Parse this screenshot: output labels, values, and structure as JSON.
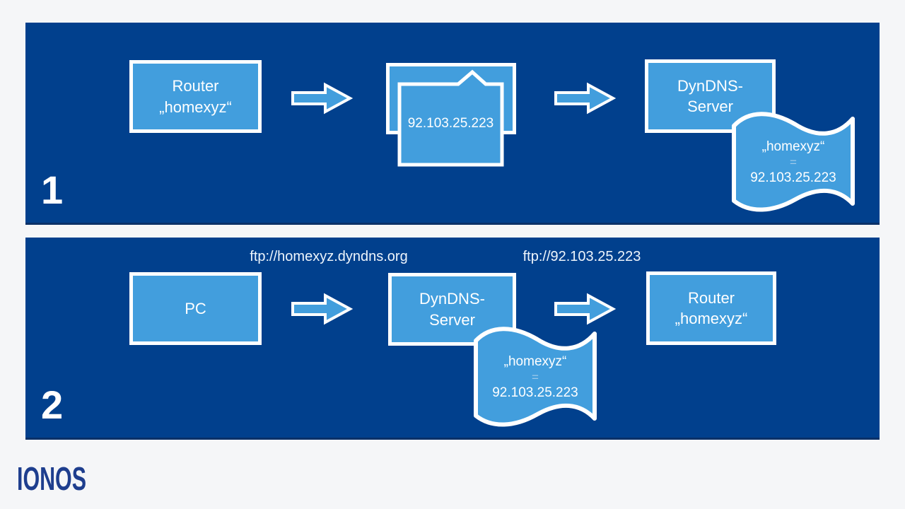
{
  "colors": {
    "background": "#f5f6f8",
    "panel": "#01408d",
    "panel_edge": "#0b3168",
    "box_fill": "#429edd",
    "box_border": "#ffffff",
    "muted_equals": "#9ec9ea",
    "logo": "#1e3e8e"
  },
  "step1": {
    "number": "1",
    "router": {
      "line1": "Router",
      "line2": "„homexyz“"
    },
    "ip_message": "92.103.25.223",
    "dyndns": {
      "line1": "DynDNS-",
      "line2": "Server"
    },
    "flag": {
      "line1": "„homexyz“",
      "line2": "=",
      "line3": "92.103.25.223"
    }
  },
  "step2": {
    "number": "2",
    "url_domain": "ftp://homexyz.dyndns.org",
    "url_ip": "ftp://92.103.25.223",
    "pc": {
      "line1": "PC"
    },
    "dyndns": {
      "line1": "DynDNS-",
      "line2": "Server"
    },
    "router": {
      "line1": "Router",
      "line2": "„homexyz“"
    },
    "flag": {
      "line1": "„homexyz“",
      "line2": "=",
      "line3": "92.103.25.223"
    }
  },
  "footer": {
    "brand": "IONOS"
  }
}
